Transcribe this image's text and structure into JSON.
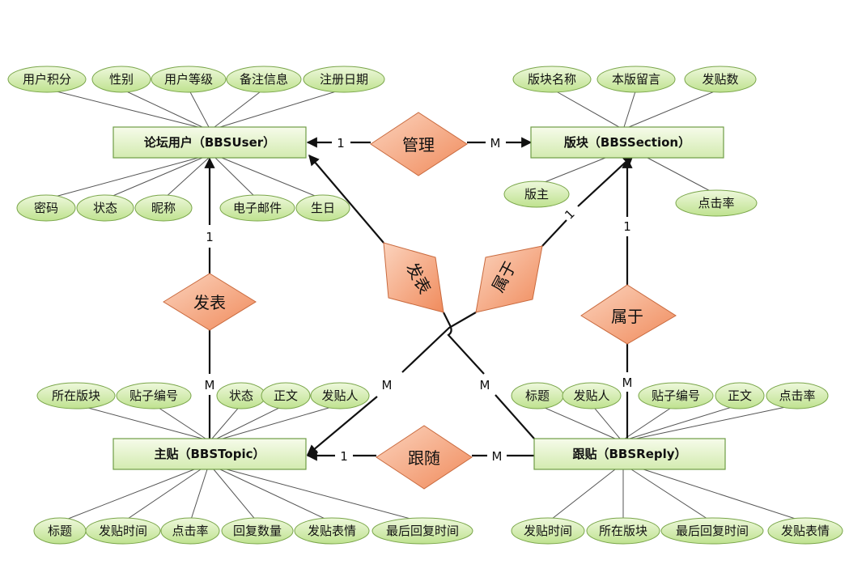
{
  "entities": {
    "bbs_user": "论坛用户（BBSUser）",
    "bbs_section": "版块（BBSSection）",
    "bbs_topic": "主贴（BBSTopic）",
    "bbs_reply": "跟贴（BBSReply）"
  },
  "relationships": {
    "manage": "管理",
    "publish_topic": "发表",
    "publish_reply": "发表",
    "topic_belongs": "属于",
    "reply_belongs": "属于",
    "follow": "跟随"
  },
  "cardinalities": {
    "manage_user": "1",
    "manage_section": "M",
    "publish_topic_user": "1",
    "publish_topic_topic": "M",
    "topic_belongs_section": "1",
    "topic_belongs_topic": "M",
    "publish_reply_reply": "M",
    "reply_belongs_section": "1",
    "reply_belongs_reply": "M",
    "follow_topic": "1",
    "follow_reply": "M"
  },
  "attributes": {
    "user_top": [
      "用户积分",
      "性别",
      "用户等级",
      "备注信息",
      "注册日期"
    ],
    "user_bottom": [
      "密码",
      "状态",
      "昵称",
      "电子邮件",
      "生日"
    ],
    "section_top": [
      "版块名称",
      "本版留言",
      "发贴数"
    ],
    "section_bottom": [
      "版主",
      "点击率"
    ],
    "topic_top": [
      "所在版块",
      "贴子编号",
      "状态",
      "正文",
      "发贴人"
    ],
    "topic_bottom": [
      "标题",
      "发贴时间",
      "点击率",
      "回复数量",
      "发贴表情",
      "最后回复时间"
    ],
    "reply_top": [
      "标题",
      "发贴人",
      "贴子编号",
      "正文",
      "点击率"
    ],
    "reply_bottom": [
      "发贴时间",
      "所在版块",
      "最后回复时间",
      "发贴表情"
    ]
  },
  "colors": {
    "attribute_fill": "#d8efb6",
    "entity_fill": "#e6f5cf",
    "relationship_fill": "#f4a27c",
    "line": "#111111"
  }
}
